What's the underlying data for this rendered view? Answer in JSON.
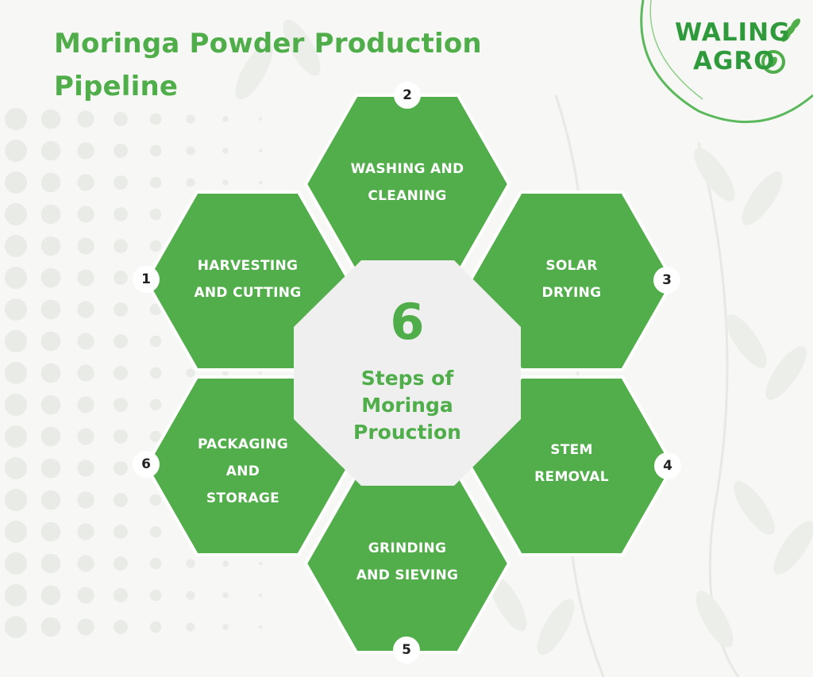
{
  "header": {
    "title_line1": "Moringa Powder Production",
    "title_line2": "Pipeline"
  },
  "logo": {
    "line1": "WALING",
    "line2": "AGRO"
  },
  "center": {
    "number": "6",
    "line1": "Steps of",
    "line2": "Moringa",
    "line3": "Prouction"
  },
  "steps": [
    {
      "number": "1",
      "line1": "HARVESTING",
      "line2": "AND CUTTING",
      "line3": ""
    },
    {
      "number": "2",
      "line1": "WASHING AND",
      "line2": "CLEANING",
      "line3": ""
    },
    {
      "number": "3",
      "line1": "SOLAR",
      "line2": "DRYING",
      "line3": ""
    },
    {
      "number": "4",
      "line1": "STEM",
      "line2": "REMOVAL",
      "line3": ""
    },
    {
      "number": "5",
      "line1": "GRINDING",
      "line2": "AND SIEVING",
      "line3": ""
    },
    {
      "number": "6",
      "line1": "PACKAGING",
      "line2": "AND",
      "line3": "STORAGE"
    }
  ],
  "colors": {
    "accent": "#4fae4a",
    "hex_fill": "#52ae4b",
    "center_fill": "#efefef",
    "logo_green": "#2f9a3b"
  }
}
